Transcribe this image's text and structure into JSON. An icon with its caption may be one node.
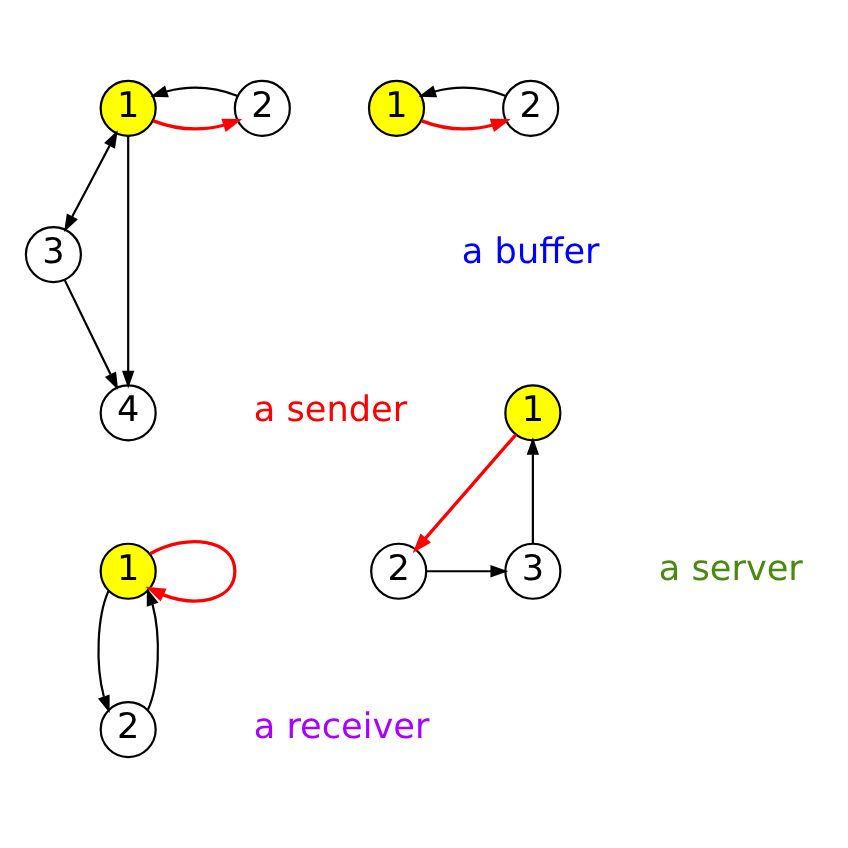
{
  "diagram": {
    "nodes": [
      {
        "text": [
          "1"
        ]
      },
      {
        "text": [
          "2"
        ]
      },
      {
        "text": [
          "3"
        ]
      },
      {
        "text": [
          "4"
        ]
      },
      {
        "text": [
          "1"
        ]
      },
      {
        "text": [
          "2"
        ]
      },
      {
        "text": [
          "1"
        ]
      },
      {
        "text": [
          "2"
        ]
      },
      {
        "text": [
          "1"
        ]
      },
      {
        "text": [
          "2"
        ]
      },
      {
        "text": [
          "3"
        ]
      }
    ],
    "edges": [
      {
        "from": 0,
        "to": 1,
        "arrow": "to",
        "color": "#ff0000"
      },
      {
        "from": 1,
        "to": 0,
        "arrow": "to"
      },
      {
        "from": 0,
        "to": 2,
        "arrow": "both"
      },
      {
        "from": 0,
        "to": 3,
        "arrow": "to"
      },
      {
        "from": 2,
        "to": 3,
        "arrow": "to"
      },
      {
        "from": 4,
        "to": 5,
        "arrow": "to",
        "color": "#ff0000"
      },
      {
        "from": 5,
        "to": 4,
        "arrow": "to"
      },
      {
        "from": 6,
        "to": 6,
        "arrow": "to",
        "color": "#ff0000"
      },
      {
        "from": 6,
        "to": 7,
        "arrow": "to"
      },
      {
        "from": 7,
        "to": 6,
        "arrow": "to"
      },
      {
        "from": 8,
        "to": 9,
        "arrow": "to",
        "color": "#ff0000"
      },
      {
        "from": 9,
        "to": 10,
        "arrow": "to"
      },
      {
        "from": 10,
        "to": 8,
        "arrow": "to"
      }
    ],
    "labels": [
      "a sender",
      "a buffer",
      "a receiver",
      "a server"
    ]
  }
}
